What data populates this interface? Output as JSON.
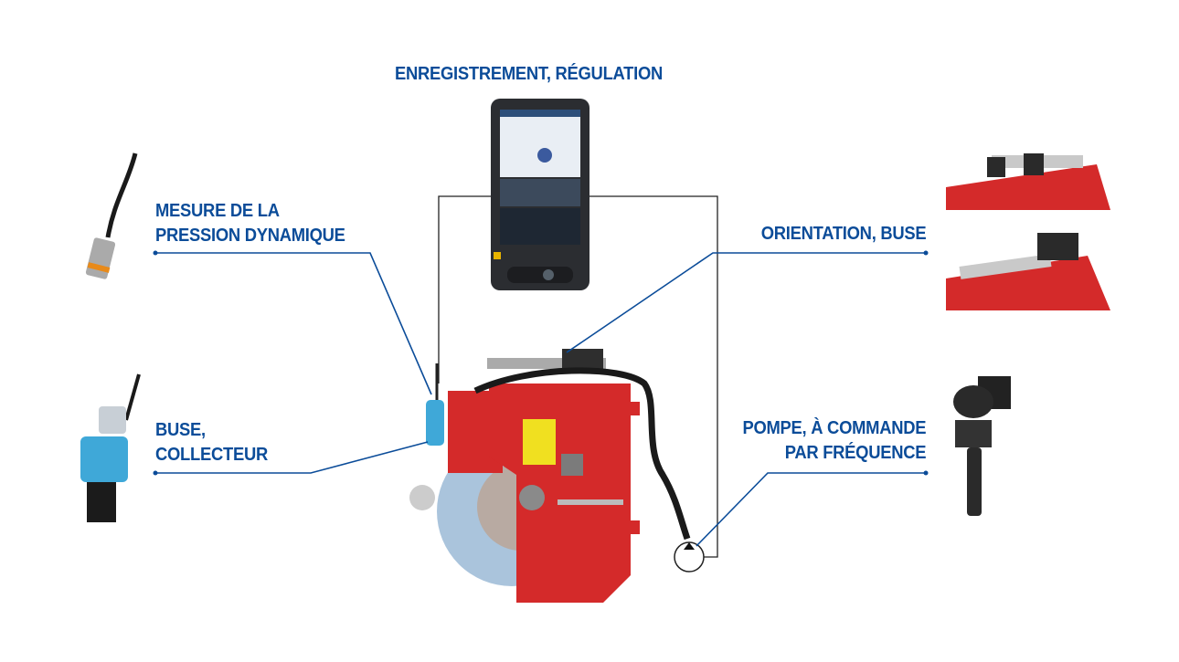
{
  "labels": {
    "regulation": "ENREGISTREMENT, RÉGULATION",
    "pressure_line1": "MESURE DE LA",
    "pressure_line2": "PRESSION DYNAMIQUE",
    "nozzle_line1": "BUSE,",
    "nozzle_line2": "COLLECTEUR",
    "orientation": "ORIENTATION, BUSE",
    "pump_line1": "POMPE, À COMMANDE",
    "pump_line2": "PAR FRÉQUENCE"
  },
  "colors": {
    "accent": "#0b4c99",
    "machine_red": "#d42a2a",
    "wheel": "#aac4dc",
    "nozzle_blue": "#3fa8d8"
  }
}
